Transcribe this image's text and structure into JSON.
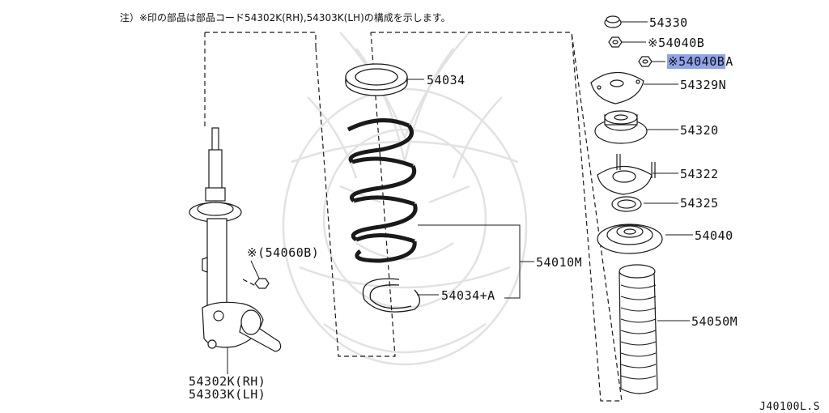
{
  "note": "注）※印の部品は部品コード54302K(RH),54303K(LH)の構成を示します。",
  "diagram_code": "J40100L.S",
  "callouts": {
    "p54330": "54330",
    "p54040b": "※54040B",
    "p54040ba_main": "※54040B",
    "p54040ba_suffix": "A",
    "p54329n": "54329N",
    "p54320": "54320",
    "p54322": "54322",
    "p54325": "54325",
    "p54040": "54040",
    "p54050m": "54050M",
    "p54034": "54034",
    "p54010m": "54010M",
    "p54034a": "54034+A",
    "p54060b": "※(54060B)",
    "p54302k": "54302K(RH)",
    "p54303k": "54303K(LH)"
  },
  "colors": {
    "line": "#1a1a1a",
    "highlight": "#8fa3e8",
    "watermark": "#dcdcdc"
  }
}
